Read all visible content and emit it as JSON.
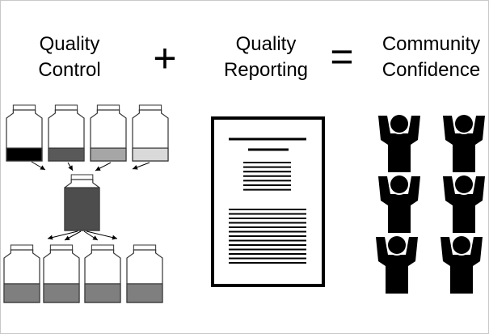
{
  "headings": {
    "quality_control": [
      "Quality",
      "Control"
    ],
    "quality_reporting": [
      "Quality",
      "Reporting"
    ],
    "community_confidence": [
      "Community",
      "Confidence"
    ]
  },
  "operators": {
    "plus": "+",
    "equals": "="
  },
  "quality_control": {
    "source_jars": [
      {
        "fill_level": 0.3,
        "color": "#000000"
      },
      {
        "fill_level": 0.3,
        "color": "#595959"
      },
      {
        "fill_level": 0.3,
        "color": "#a6a6a6"
      },
      {
        "fill_level": 0.3,
        "color": "#d9d9d9"
      }
    ],
    "mixed_jar": {
      "fill_level": 1.0,
      "color": "#4d4d4d"
    },
    "output_jars": [
      {
        "fill_level": 0.42,
        "color": "#7f7f7f"
      },
      {
        "fill_level": 0.42,
        "color": "#7f7f7f"
      },
      {
        "fill_level": 0.42,
        "color": "#7f7f7f"
      },
      {
        "fill_level": 0.42,
        "color": "#7f7f7f"
      }
    ]
  },
  "quality_reporting": {
    "document_icon": "report-document-icon"
  },
  "community_confidence": {
    "people_icon": "person-arms-raised-icon",
    "people_count": 6
  }
}
